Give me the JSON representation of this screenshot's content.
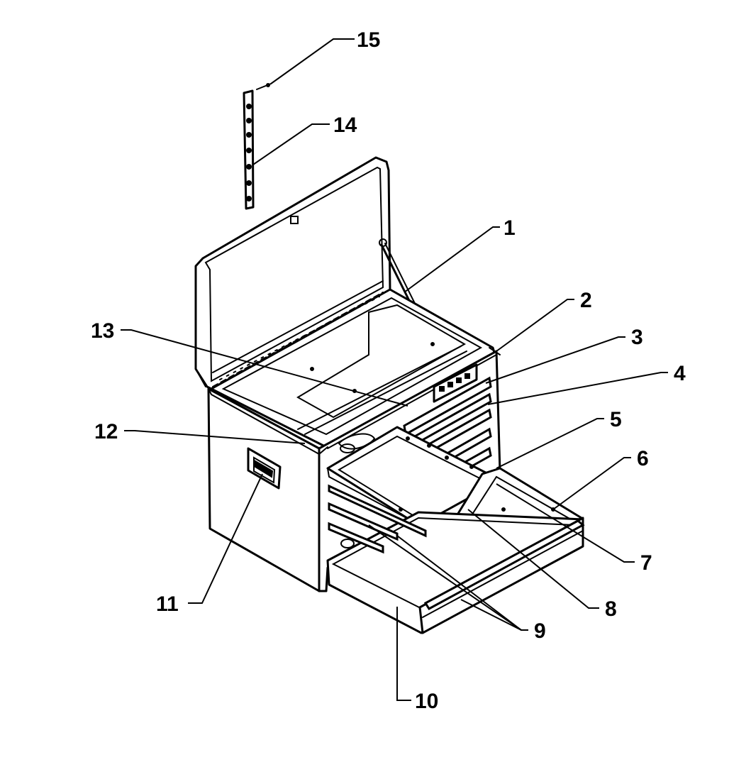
{
  "callouts": [
    {
      "id": "1",
      "label": "1"
    },
    {
      "id": "2",
      "label": "2"
    },
    {
      "id": "3",
      "label": "3"
    },
    {
      "id": "4",
      "label": "4"
    },
    {
      "id": "5",
      "label": "5"
    },
    {
      "id": "6",
      "label": "6"
    },
    {
      "id": "7",
      "label": "7"
    },
    {
      "id": "8",
      "label": "8"
    },
    {
      "id": "9",
      "label": "9"
    },
    {
      "id": "10",
      "label": "10"
    },
    {
      "id": "11",
      "label": "11"
    },
    {
      "id": "12",
      "label": "12"
    },
    {
      "id": "13",
      "label": "13"
    },
    {
      "id": "14",
      "label": "14"
    },
    {
      "id": "15",
      "label": "15"
    }
  ],
  "colors": {
    "ink": "#000000",
    "paper": "#ffffff"
  }
}
